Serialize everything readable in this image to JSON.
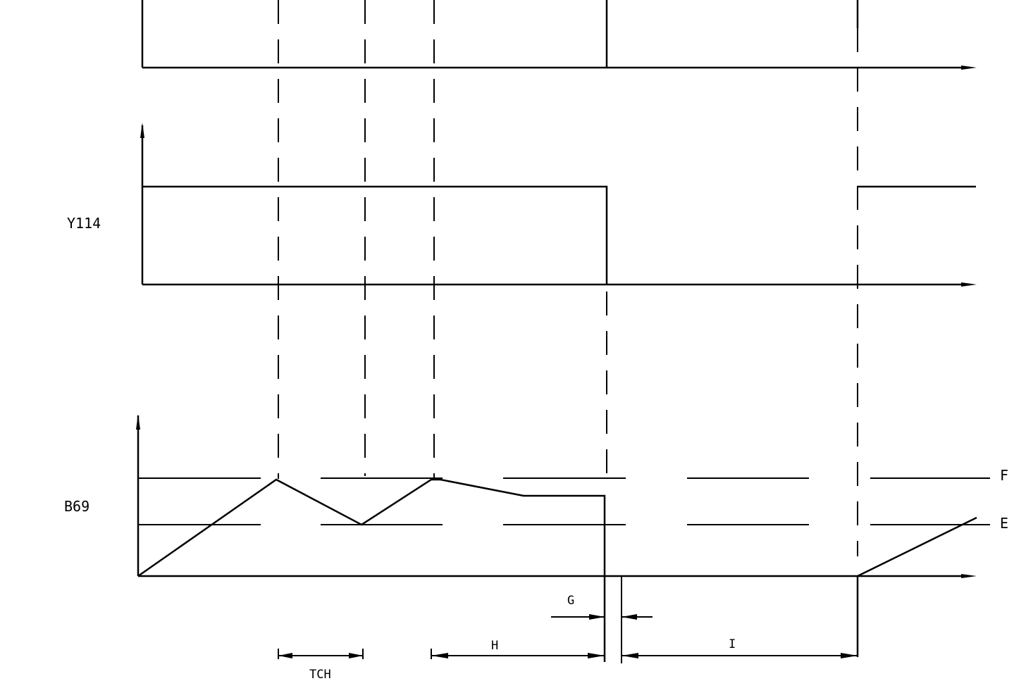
{
  "diagram": {
    "type": "timing-diagram",
    "signals": [
      {
        "label": "",
        "kind": "digital"
      },
      {
        "label": "Y114",
        "kind": "digital"
      },
      {
        "label": "B69",
        "kind": "analog"
      }
    ],
    "threshold_labels": {
      "upper": "F",
      "lower": "E"
    },
    "dimension_labels": {
      "tch": "TCH",
      "h": "H",
      "g": "G",
      "i": "I"
    }
  }
}
